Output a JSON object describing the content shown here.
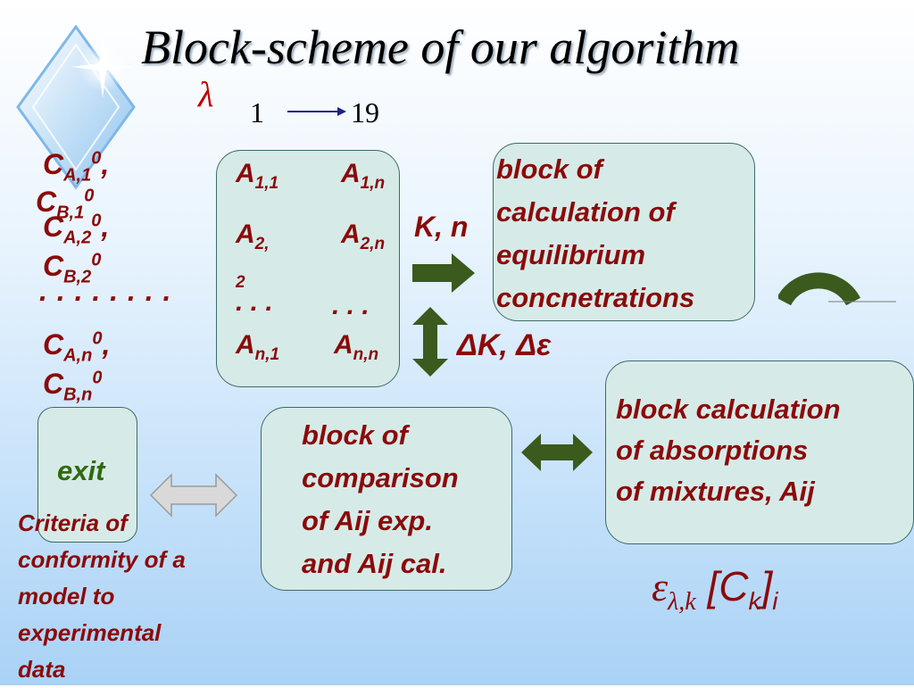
{
  "title": "Block-scheme of our algorithm",
  "lambda": "λ",
  "range": {
    "from": "1",
    "to": "19"
  },
  "conc": [
    {
      "label": "C",
      "sub": "A,1",
      "sup": "0",
      "tail": ","
    },
    {
      "label": "C",
      "sub": "B,1",
      "sup": "0",
      "tail": ""
    },
    {
      "label": "C",
      "sub": "A,2",
      "sup": "0",
      "tail": ","
    },
    {
      "label": "C",
      "sub": "B,2",
      "sup": "0",
      "tail": ""
    },
    {
      "dots": ". . . . . . . ."
    },
    {
      "label": "C",
      "sub": "A,n",
      "sup": "0",
      "tail": ","
    },
    {
      "label": "C",
      "sub": "B,n",
      "sup": "0",
      "tail": ""
    }
  ],
  "matrix": {
    "a11": {
      "sub": "1,1"
    },
    "a1n": {
      "sub": "1,n"
    },
    "a21": {
      "sub": "2,",
      "extra": "2"
    },
    "a2n": {
      "sub": "2,n"
    },
    "dots1": ". . .",
    "dots2": ". . .",
    "an1": {
      "sub": "n,1"
    },
    "ann": {
      "sub": "n,n"
    },
    "letter": "A"
  },
  "kn_label": "K, n",
  "dk_label": "ΔK, Δε",
  "blocks": {
    "equilibrium": [
      "block of",
      "calculation of",
      "equilibrium",
      "concnetrations"
    ],
    "absorption": [
      "block calculation",
      "of absorptions",
      "of mixtures, Aij"
    ],
    "comparison": [
      "block of",
      "comparison",
      "of  Aij exp.",
      "and Aij cal."
    ],
    "exit": "exit"
  },
  "criteria": [
    "Criteria of",
    "conformity of a",
    "model to",
    "experimental",
    "data"
  ],
  "formula": {
    "eps": "ε",
    "sub": "λ,k",
    "body": "[C",
    "ksub": "k",
    "close": "]",
    "isub": "i"
  },
  "colors": {
    "accent_red": "#8b0a0a",
    "arrow_green": "#3b5a1e",
    "box_fill": "#d6ebe8",
    "arrow_gray": "#d9d9d9"
  }
}
